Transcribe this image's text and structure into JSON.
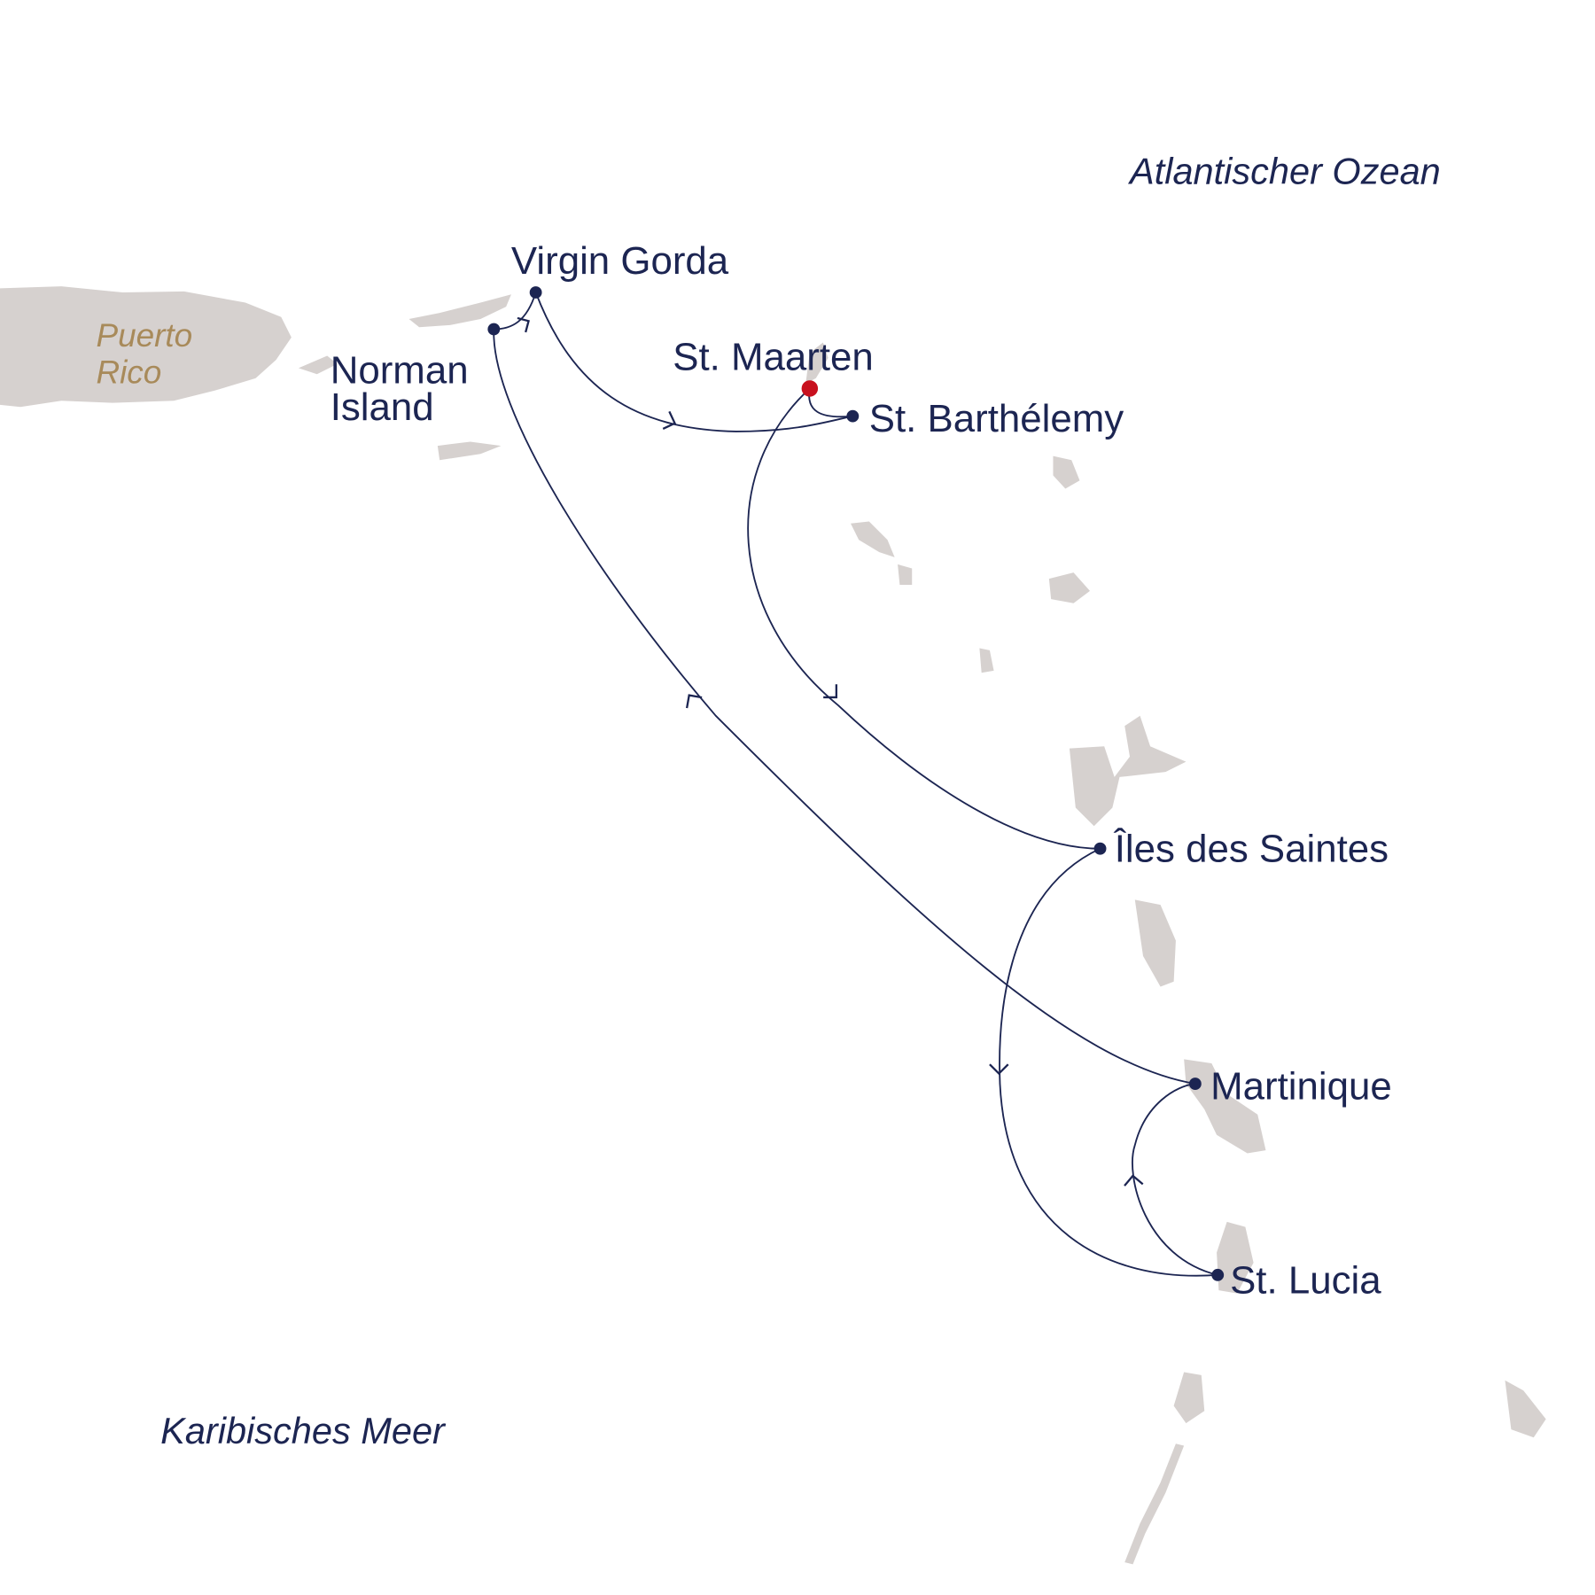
{
  "map": {
    "seas": {
      "atlantic": "Atlantischer Ozean",
      "caribbean": "Karibisches Meer"
    },
    "countries": {
      "puerto_rico_line1": "Puerto",
      "puerto_rico_line2": "Rico"
    },
    "ports": {
      "virgin_gorda": "Virgin Gorda",
      "norman_island_line1": "Norman",
      "norman_island_line2": "Island",
      "st_maarten": "St. Maarten",
      "st_barthelemy": "St. Barthélemy",
      "iles_des_saintes": "Îles des Saintes",
      "martinique": "Martinique",
      "st_lucia": "St. Lucia"
    },
    "colors": {
      "route": "#1c2552",
      "start_port": "#c8101e",
      "land": "#d6d1cf",
      "country_label": "#a88a5a"
    }
  }
}
